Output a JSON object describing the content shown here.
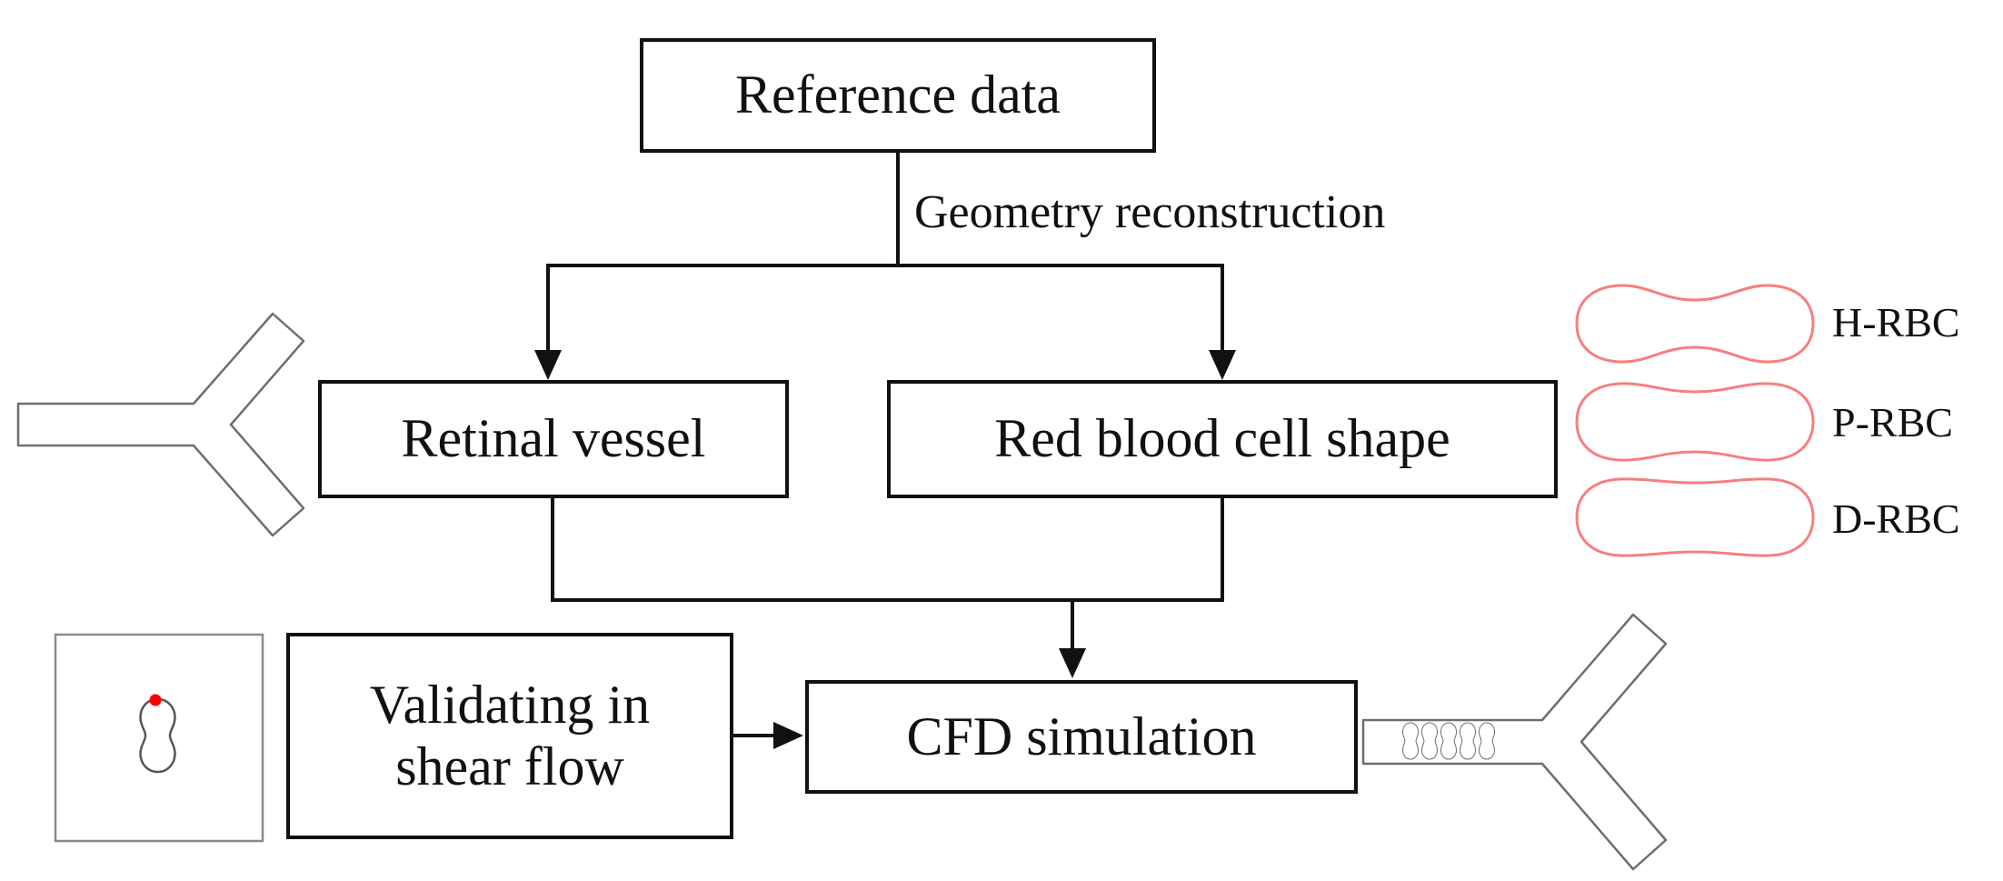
{
  "flowchart": {
    "nodes": {
      "reference_data": {
        "label": "Reference data"
      },
      "retinal_vessel": {
        "label": "Retinal vessel"
      },
      "red_blood_cell_shape": {
        "label": "Red blood cell shape"
      },
      "validating_shear_flow": {
        "lines": [
          "Validating in",
          "shear flow"
        ]
      },
      "cfd_simulation": {
        "label": "CFD simulation"
      }
    },
    "edge_labels": {
      "geometry_reconstruction": "Geometry reconstruction"
    },
    "rbc_types": [
      {
        "label": "H-RBC"
      },
      {
        "label": "P-RBC"
      },
      {
        "label": "D-RBC"
      }
    ],
    "colors": {
      "connector_line": "#111111",
      "rbc_outline": "#f87e7e",
      "vessel_outline": "#6e6e6e",
      "cell_outline": "#555555",
      "membrane_marker_dot": "#ff0000"
    }
  }
}
